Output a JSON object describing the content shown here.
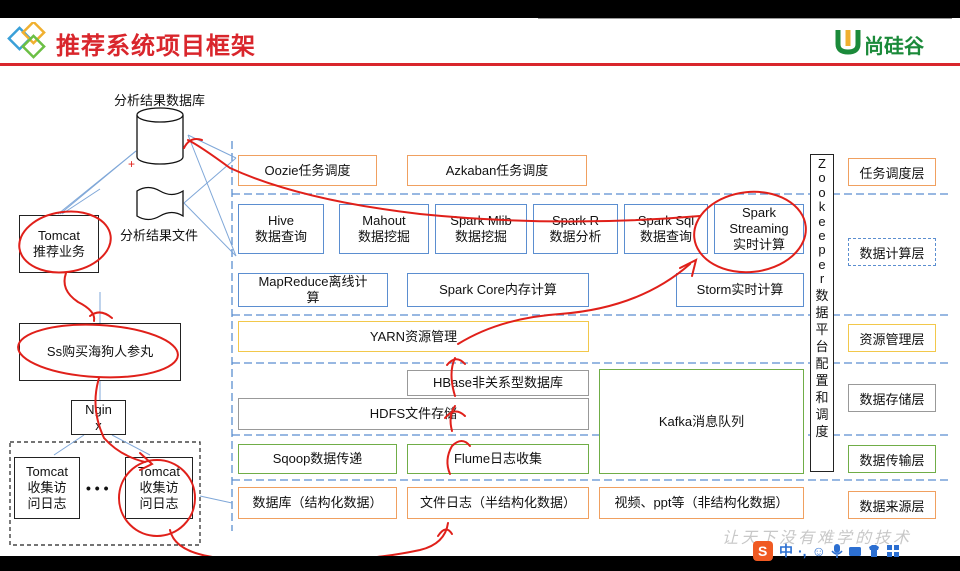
{
  "title": "推荐系统项目框架",
  "logo": "尚硅谷",
  "left": {
    "db_label": "分析结果数据库",
    "file_label": "分析结果文件",
    "tomcat_rec": "Tomcat\n推荐业务",
    "ss_text": "Ss购买海狗人参丸",
    "nginx": "Ngin\nx",
    "tomcat_a": "Tomcat\n收集访\n问日志",
    "dots": "• • •",
    "tomcat_b": "Tomcat\n收集访\n问日志"
  },
  "boxes": {
    "oozie": "Oozie任务调度",
    "azkaban": "Azkaban任务调度",
    "hive": "Hive\n数据查询",
    "mahout": "Mahout\n数据挖掘",
    "mllib": "Spark Mlib\n数据挖掘",
    "sparkr": "Spark R\n数据分析",
    "sparksql": "Spark Sql\n数据查询",
    "streaming": "Spark\nStreaming\n实时计算",
    "mapreduce": "MapReduce离线计\n算",
    "sparkcore": "Spark Core内存计算",
    "storm": "Storm实时计算",
    "yarn": "YARN资源管理",
    "hbase": "HBase非关系型数据库",
    "hdfs": "HDFS文件存储",
    "kafka": "Kafka消息队列",
    "sqoop": "Sqoop数据传递",
    "flume": "Flume日志收集",
    "src_db": "数据库（结构化数据）",
    "src_file": "文件日志（半结构化数据）",
    "src_video": "视频、ppt等（非结构化数据）"
  },
  "zookeeper": {
    "letters": [
      "Z",
      "o",
      "o",
      "k",
      "e",
      "e",
      "p",
      "e",
      "r"
    ],
    "cjk": [
      "数",
      "据",
      "平",
      "台",
      "配",
      "置",
      "和",
      "调",
      "度"
    ]
  },
  "layers": {
    "schedule": "任务调度层",
    "compute": "数据计算层",
    "resource": "资源管理层",
    "storage": "数据存储层",
    "transfer": "数据传输层",
    "source": "数据来源层"
  },
  "watermark": "让天下没有难学的技术",
  "toolbar": {
    "ime": "中",
    "punct": "·,",
    "emoji": "☺"
  },
  "colors": {
    "title": "#d9262c",
    "annotation": "#e0201a",
    "dash": "#5b8ed0",
    "logo": "#1b8a3a"
  }
}
